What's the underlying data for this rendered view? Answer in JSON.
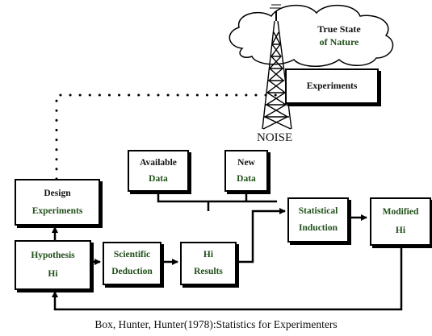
{
  "colors": {
    "label_green": "#1f4f18",
    "label_black": "#111111",
    "line": "#000000",
    "cloud_fill": "#ffffff"
  },
  "cloud": {
    "line1": "True State",
    "line2": "of Nature"
  },
  "noise_label": "NOISE",
  "nodes": {
    "experiments": {
      "label": "Experiments"
    },
    "available_data": {
      "line1": "Available",
      "line2": "Data"
    },
    "new_data": {
      "line1": "New",
      "line2": "Data"
    },
    "design_experiments": {
      "line1": "Design",
      "line2": "Experiments"
    },
    "statistical_induction": {
      "line1": "Statistical",
      "line2": "Induction"
    },
    "modified_hi": {
      "line1": "Modified",
      "line2": "Hi"
    },
    "hypothesis": {
      "line1": "Hypothesis",
      "line2": "Hi"
    },
    "scientific_deduction": {
      "line1": "Scientific",
      "line2": "Deduction"
    },
    "hi_results": {
      "line1": "Hi",
      "line2": "Results"
    }
  },
  "icons": {
    "tower": "radio-tower-icon",
    "cloud": "cloud-icon"
  },
  "caption": "Box, Hunter, Hunter(1978):Statistics for Experimenters"
}
